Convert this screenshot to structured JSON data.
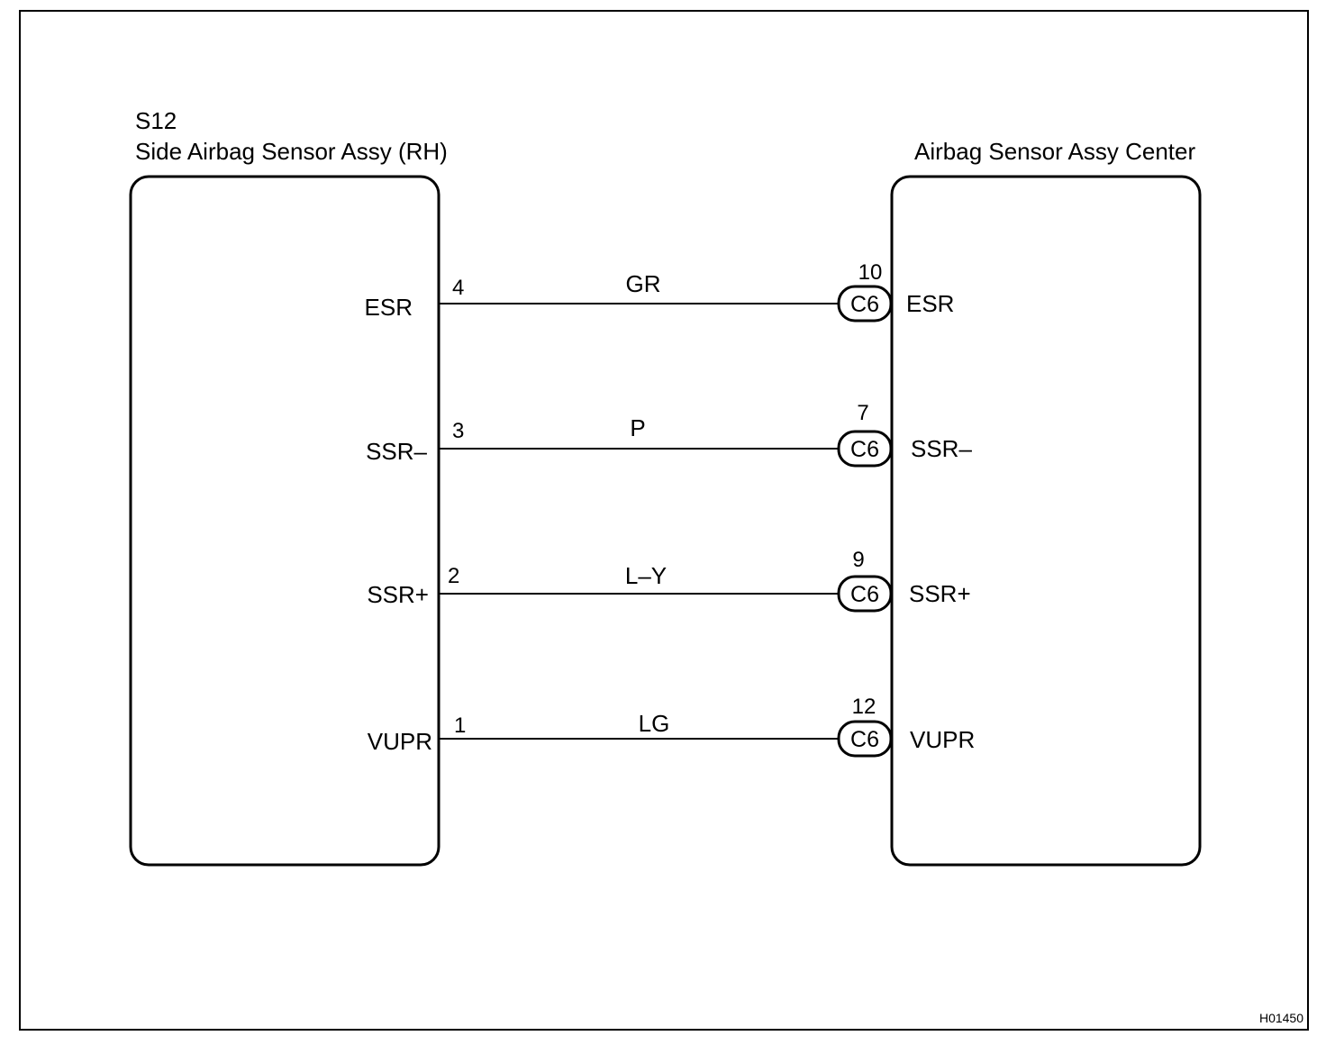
{
  "figure_id": "H01450",
  "left_component": {
    "code": "S12",
    "name": "Side Airbag Sensor Assy (RH)"
  },
  "right_component": {
    "name": "Airbag Sensor Assy Center",
    "connector": "C6"
  },
  "wires": [
    {
      "left_signal": "ESR",
      "left_pin": "4",
      "color": "GR",
      "connector": "C6",
      "right_pin": "10",
      "right_signal": "ESR"
    },
    {
      "left_signal": "SSR–",
      "left_pin": "3",
      "color": "P",
      "connector": "C6",
      "right_pin": "7",
      "right_signal": "SSR–"
    },
    {
      "left_signal": "SSR+",
      "left_pin": "2",
      "color": "L–Y",
      "connector": "C6",
      "right_pin": "9",
      "right_signal": "SSR+"
    },
    {
      "left_signal": "VUPR",
      "left_pin": "1",
      "color": "LG",
      "connector": "C6",
      "right_pin": "12",
      "right_signal": "VUPR"
    }
  ]
}
